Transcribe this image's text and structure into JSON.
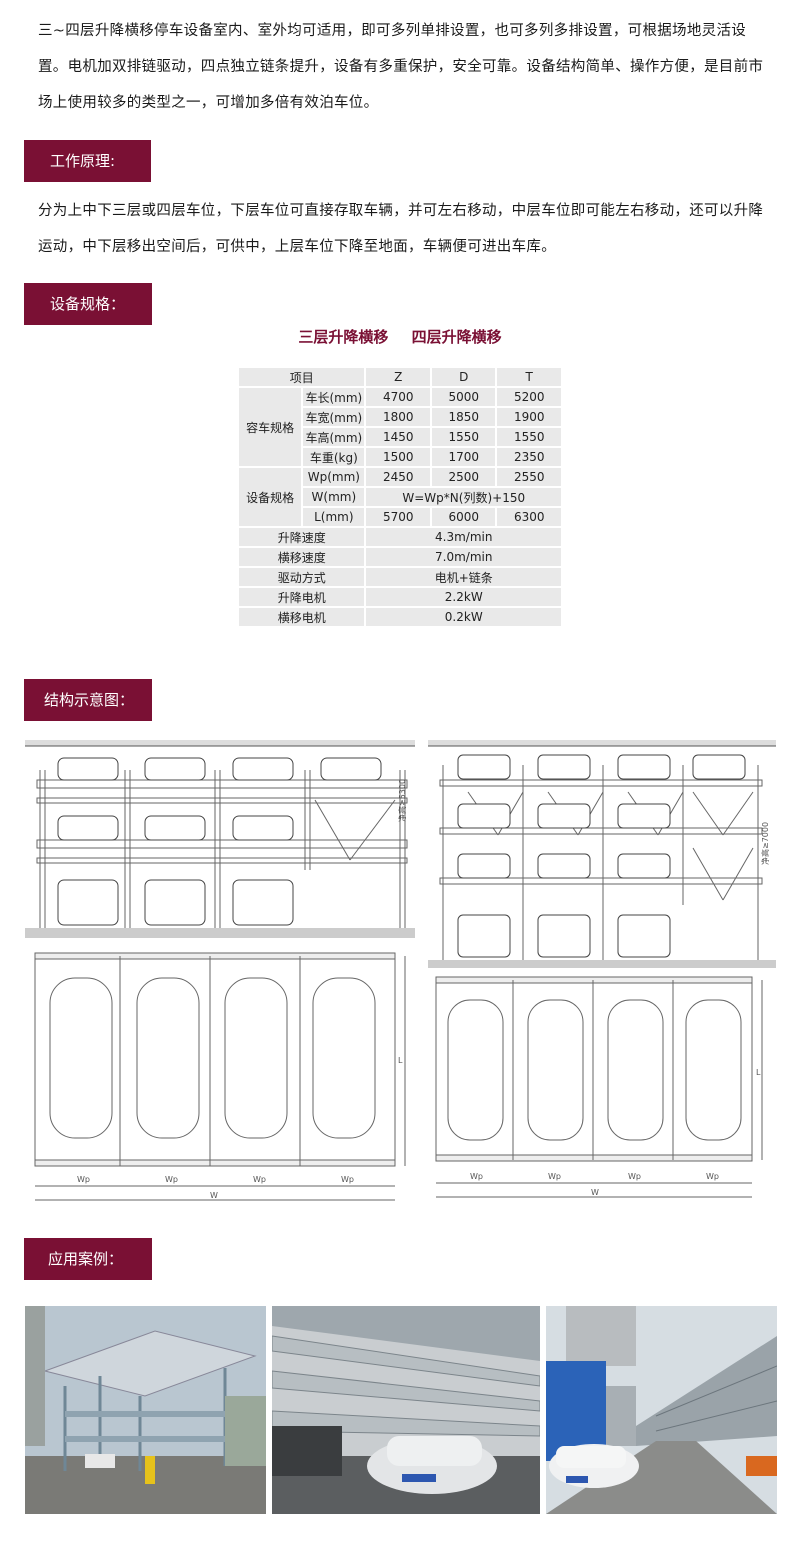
{
  "intro": "三~四层升降横移停车设备室内、室外均可适用，即可多列单排设置，也可多列多排设置，可根据场地灵活设置。电机加双排链驱动，四点独立链条提升，设备有多重保护，安全可靠。设备结构简单、操作方便，是目前市场上使用较多的类型之一，可增加多倍有效泊车位。",
  "sections": {
    "principle_title": "工作原理:",
    "principle_text": "分为上中下三层或四层车位，下层车位可直接存取车辆，并可左右移动，中层车位即可能左右移动，还可以升降运动，中下层移出空间后，可供中，上层车位下降至地面，车辆便可进出车库。",
    "spec_title": "设备规格：",
    "structure_title": "结构示意图：",
    "cases_title": "应用案例："
  },
  "spec_table": {
    "titles": [
      "三层升降横移",
      "四层升降横移"
    ],
    "header": [
      "项目",
      "Z",
      "D",
      "T"
    ],
    "group_car": "容车规格",
    "group_equip": "设备规格",
    "car_rows": [
      {
        "item": "车长(mm)",
        "z": "4700",
        "d": "5000",
        "t": "5200"
      },
      {
        "item": "车宽(mm)",
        "z": "1800",
        "d": "1850",
        "t": "1900"
      },
      {
        "item": "车高(mm)",
        "z": "1450",
        "d": "1550",
        "t": "1550"
      },
      {
        "item": "车重(kg)",
        "z": "1500",
        "d": "1700",
        "t": "2350"
      }
    ],
    "equip_rows": [
      {
        "item": "Wp(mm)",
        "z": "2450",
        "d": "2500",
        "t": "2550"
      },
      {
        "item": "W(mm)",
        "merged": "W=Wp*N(列数)+150"
      },
      {
        "item": "L(mm)",
        "z": "5700",
        "d": "6000",
        "t": "6300"
      }
    ],
    "other_rows": [
      {
        "item": "升降速度",
        "value": "4.3m/min"
      },
      {
        "item": "横移速度",
        "value": "7.0m/min"
      },
      {
        "item": "驱动方式",
        "value": "电机+链条"
      },
      {
        "item": "升降电机",
        "value": "2.2kW"
      },
      {
        "item": "横移电机",
        "value": "0.2kW"
      }
    ]
  },
  "diagrams": {
    "height3": "净高≥5300",
    "height4": "净高≥7000",
    "wp": "Wp",
    "w": "W",
    "l": "L"
  },
  "colors": {
    "accent": "#7a1034",
    "table_bg": "#e9e9e9"
  }
}
